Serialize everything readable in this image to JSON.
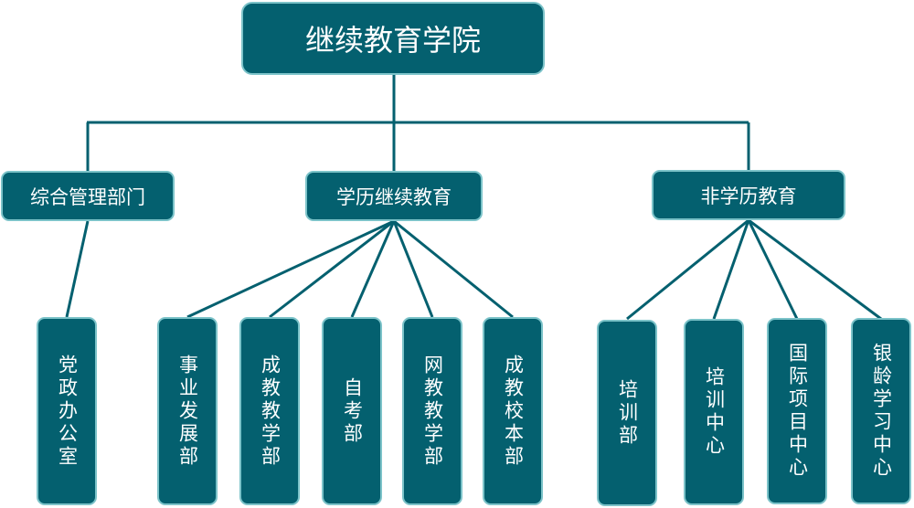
{
  "diagram": {
    "type": "org-chart",
    "colors": {
      "node_fill": "#04606f",
      "node_border": "#7cc3c9",
      "line": "#04606f",
      "text": "#ffffff"
    },
    "root": {
      "label": "继续教育学院"
    },
    "branches": [
      {
        "label": "综合管理部门",
        "children": [
          {
            "label": "党政办公室"
          }
        ]
      },
      {
        "label": "学历继续教育",
        "children": [
          {
            "label": "事业发展部"
          },
          {
            "label": "成教教学部"
          },
          {
            "label": "自考部"
          },
          {
            "label": "网教教学部"
          },
          {
            "label": "成教校本部"
          }
        ]
      },
      {
        "label": "非学历教育",
        "children": [
          {
            "label": "培训部"
          },
          {
            "label": "培训中心"
          },
          {
            "label": "国际项目中心"
          },
          {
            "label": "银龄学习中心"
          }
        ]
      }
    ]
  }
}
